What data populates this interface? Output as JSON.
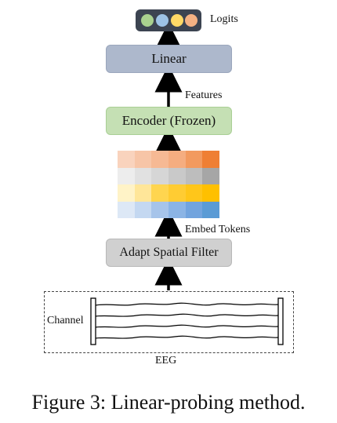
{
  "logits": {
    "label": "Logits",
    "dot_colors": [
      "#a9d18e",
      "#9dc3e6",
      "#ffd966",
      "#f4b183"
    ]
  },
  "linear": {
    "label": "Linear"
  },
  "features": {
    "label": "Features"
  },
  "encoder": {
    "label": "Encoder (Frozen)"
  },
  "embed_tokens": {
    "label": "Embed Tokens",
    "rows": [
      [
        "#f9d3bd",
        "#f7c5a7",
        "#f6b994",
        "#f5ad80",
        "#f29a5f",
        "#ef7f34"
      ],
      [
        "#ededed",
        "#e1e1e1",
        "#d6d6d6",
        "#c9c9c9",
        "#bdbdbd",
        "#a6a6a6"
      ],
      [
        "#fff3c7",
        "#ffe699",
        "#ffd54f",
        "#ffcc33",
        "#ffc61a",
        "#ffc000"
      ],
      [
        "#dde8f6",
        "#c4d8f1",
        "#a6c4ea",
        "#8bb4e5",
        "#72a4de",
        "#5b9bd5"
      ]
    ]
  },
  "adapt": {
    "label": "Adapt Spatial Filter"
  },
  "eeg": {
    "channel_label": "Channel",
    "label": "EEG"
  },
  "caption": "Figure 3: Linear-probing method."
}
